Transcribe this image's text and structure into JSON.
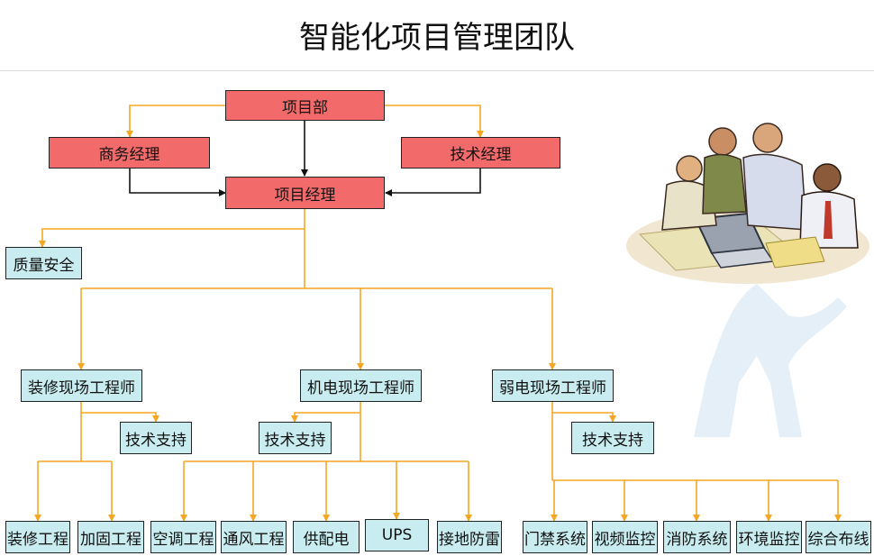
{
  "title": "智能化项目管理团队",
  "colors": {
    "manager_box": "#f26a6a",
    "team_box": "#c8ecef",
    "connector": "#f5a623",
    "arrow_dark": "#111111"
  },
  "nodes": {
    "project_dept": "项目部",
    "business_manager": "商务经理",
    "tech_manager": "技术经理",
    "project_manager": "项目经理",
    "quality_safety": "质量安全",
    "decoration_engineer": "装修现场工程师",
    "mep_engineer": "机电现场工程师",
    "weak_current_engineer": "弱电现场工程师",
    "tech_support_1": "技术支持",
    "tech_support_2": "技术支持",
    "tech_support_3": "技术支持",
    "leaves": [
      "装修工程",
      "加固工程",
      "空调工程",
      "通风工程",
      "供配电",
      "UPS",
      "接地防雷",
      "门禁系统",
      "视频监控",
      "消防系统",
      "环境监控",
      "综合布线"
    ]
  },
  "illustration": "team-meeting-clipart"
}
